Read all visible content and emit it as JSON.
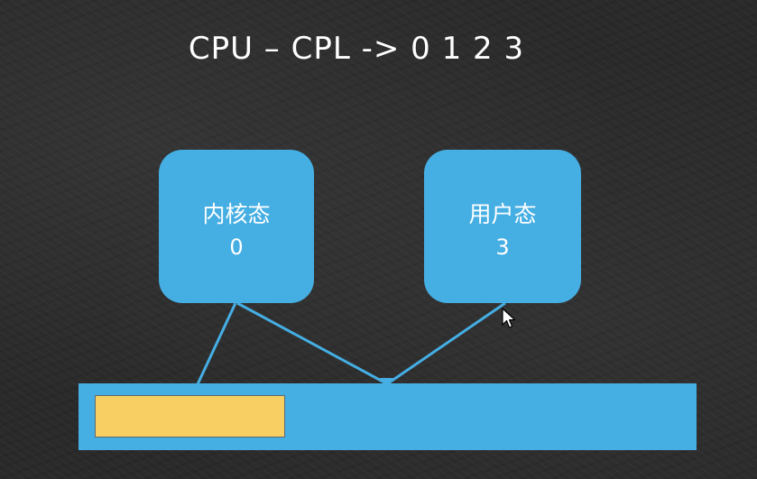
{
  "title": "CPU – CPL -> 0 1 2 3",
  "kernel_mode": {
    "label": "内核态",
    "level": "0"
  },
  "user_mode": {
    "label": "用户态",
    "level": "3"
  },
  "colors": {
    "background": "#2a2a2a",
    "box": "#45aee3",
    "memory_segment": "#f7cf63",
    "text": "#ffffff"
  }
}
